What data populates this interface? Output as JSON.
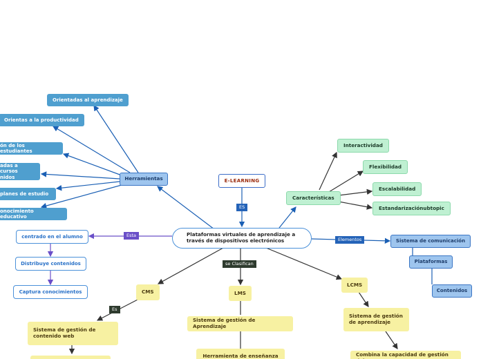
{
  "center": "Plataformas virtuales de aprendizaje a través de dispositivos electrónicos",
  "root": "E-LEARNING",
  "link_labels": {
    "es_top": "ES",
    "esta": "Esta",
    "elementos": "Elementos",
    "se_clasifican": "se Clasifican",
    "es_cms": "Es"
  },
  "herramientas": {
    "title": "Herramientas",
    "items": [
      "Orientadas al aprendizaje",
      "Orientas a la productividad",
      "ón de los estudiantes",
      "adas a cursos",
      "nidos",
      "planes de estudio",
      "onocimiento educativo"
    ]
  },
  "caracteristicas": {
    "title": "Características",
    "items": [
      "Interactividad",
      "Flexibilidad",
      "Escalabilidad",
      "Estandarizaciónubtopic"
    ]
  },
  "alumno": {
    "items": [
      "centrado en el alumno",
      "Distribuye contenidos",
      "Captura conocimientos"
    ]
  },
  "elementos": {
    "items": [
      "Sistema de comunicación",
      "Plataformas",
      "Contenidos"
    ]
  },
  "clasificacion": {
    "cms": "CMS",
    "cms_desc": "Sistema de gestión de contenido web",
    "lms": "LMS",
    "lms_desc": "Sistema de gestión de Aprendizaje",
    "lms_sub": "Herramienta de enseñanza",
    "lcms": "LCMS",
    "lcms_desc": "Sistema de gestión de aprendizaje",
    "lcms_sub": "Combina la capacidad de gestión del"
  },
  "colors": {
    "line_blue": "#1a5fb4",
    "line_dark": "#333333",
    "line_purple": "#6a4fc8",
    "label_blue": "#2463b8",
    "label_dark": "#2e3b2e",
    "label_purple": "#6a4fc8"
  }
}
